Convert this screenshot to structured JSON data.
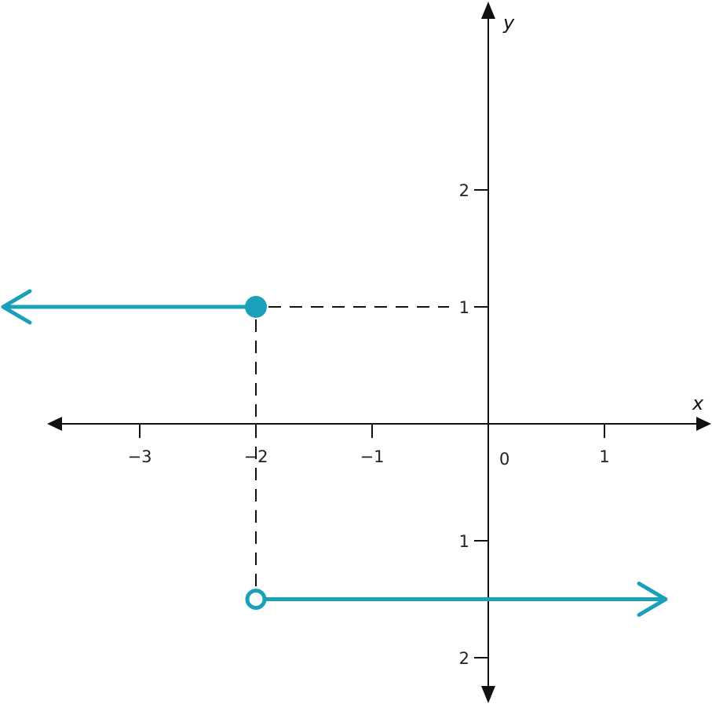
{
  "chart_data": {
    "type": "line",
    "title": "",
    "xlabel": "x",
    "ylabel": "y",
    "xlim": [
      -4.0,
      1.9
    ],
    "ylim": [
      -2.4,
      3.6
    ],
    "grid": false,
    "origin_label": "0",
    "x_ticks": [
      {
        "value": -3,
        "label": "−3"
      },
      {
        "value": -2,
        "label": "−2"
      },
      {
        "value": -1,
        "label": "−1"
      },
      {
        "value": 1,
        "label": "1"
      }
    ],
    "y_ticks": [
      {
        "value": 2,
        "label": "2"
      },
      {
        "value": 1,
        "label": "1"
      },
      {
        "value": -1,
        "label": "1"
      },
      {
        "value": -2,
        "label": "2"
      }
    ],
    "series": [
      {
        "x": [
          -4.0,
          -2
        ],
        "y": [
          1,
          1
        ],
        "arrow": "left",
        "end_point": {
          "x": -2,
          "y": 1,
          "style": "closed"
        }
      },
      {
        "x": [
          -2,
          1.5
        ],
        "y": [
          -1.5,
          -1.5
        ],
        "arrow": "right",
        "end_point": {
          "x": -2,
          "y": -1.5,
          "style": "open"
        }
      }
    ],
    "guides": [
      {
        "from": {
          "x": -2,
          "y": 1
        },
        "to": {
          "x": 0,
          "y": 1
        },
        "style": "dashed"
      },
      {
        "from": {
          "x": -2,
          "y": 1
        },
        "to": {
          "x": -2,
          "y": -1.5
        },
        "style": "dashed"
      }
    ],
    "colors": {
      "series": "#1aa0b8",
      "axis": "#111111",
      "guide": "#111111"
    }
  }
}
